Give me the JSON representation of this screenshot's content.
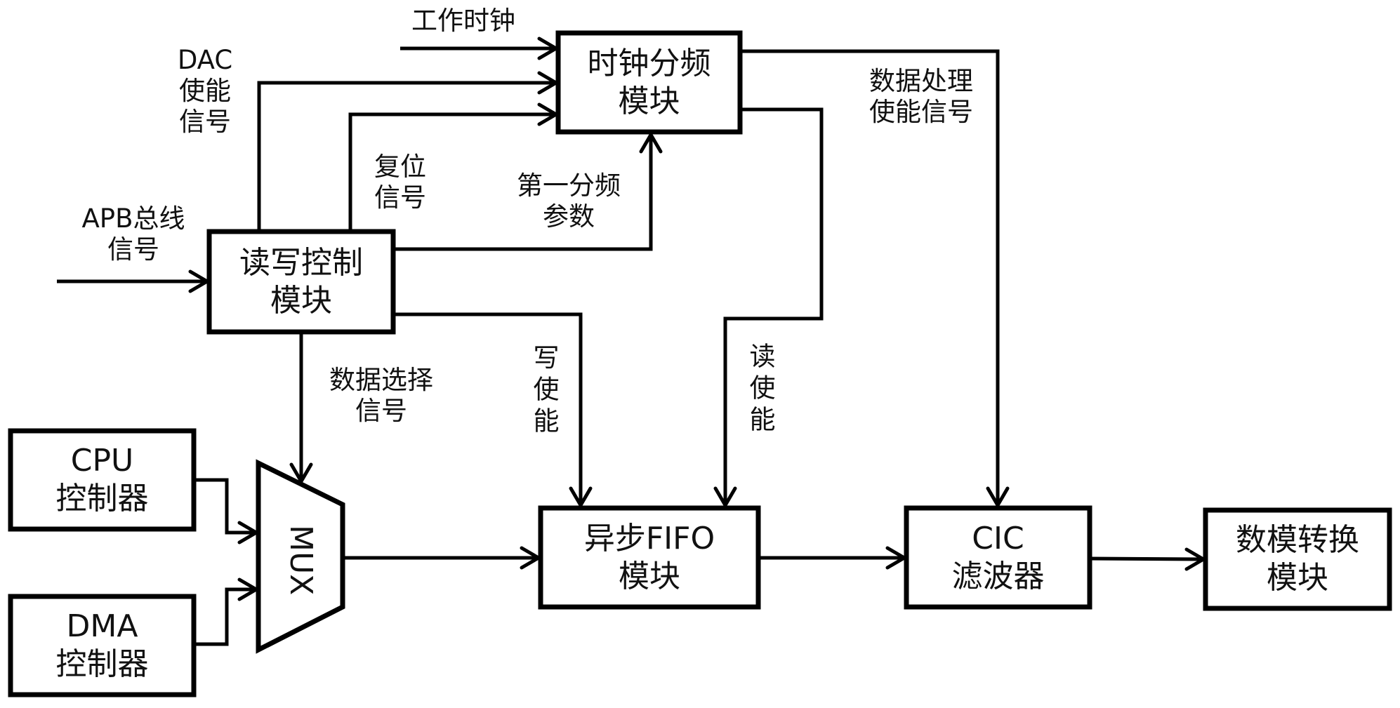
{
  "blocks": {
    "clock_divider": [
      "时钟分频",
      "模块"
    ],
    "rw_control": [
      "读写控制",
      "模块"
    ],
    "cpu": [
      "CPU",
      "控制器"
    ],
    "dma": [
      "DMA",
      "控制器"
    ],
    "mux": "MUX",
    "async_fifo": [
      "异步FIFO",
      "模块"
    ],
    "cic": [
      "CIC",
      "滤波器"
    ],
    "dac": [
      "数模转换",
      "模块"
    ]
  },
  "signals": {
    "work_clock": "工作时钟",
    "dac_enable": [
      "DAC",
      "使能",
      "信号"
    ],
    "reset": [
      "复位",
      "信号"
    ],
    "apb_bus": [
      "APB总线",
      "信号"
    ],
    "first_divider_param": [
      "第一分频",
      "参数"
    ],
    "data_processing_enable": [
      "数据处理",
      "使能信号"
    ],
    "data_select": [
      "数据选择",
      "信号"
    ],
    "write_enable": "写使能",
    "read_enable": "读使能"
  }
}
